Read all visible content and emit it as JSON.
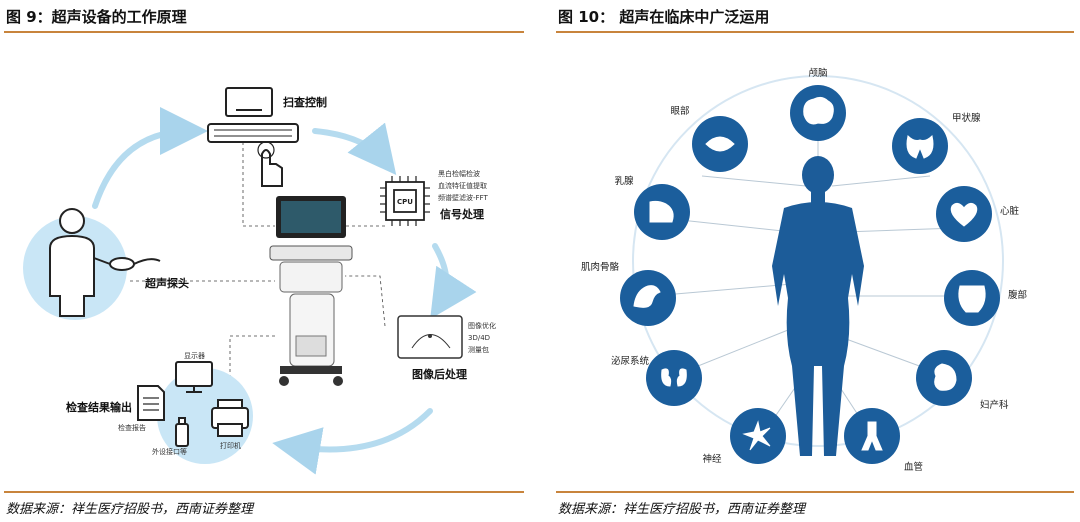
{
  "left_panel": {
    "figure_title": "图 9：超声设备的工作原理",
    "source": "数据来源：祥生医疗招股书，西南证券整理",
    "nodes": {
      "scan_control": "扫查控制",
      "signal_processing": "信号处理",
      "signal_details": [
        "黑白检幅检波",
        "血流特征值提取",
        "频谱壁滤波-FFT"
      ],
      "cpu": "CPU",
      "probe": "超声探头",
      "post_processing": "图像后处理",
      "post_details": [
        "图像优化",
        "3D/4D",
        "测量包"
      ],
      "output": "检查结果输出",
      "display": "显示器",
      "report": "检查报告",
      "usb": "外设接口等",
      "printer": "打印机"
    },
    "colors": {
      "arrow": "#a9d4ec",
      "circle": "#c9e6f6",
      "accent_rule": "#c8843c"
    }
  },
  "right_panel": {
    "figure_title": "图 10：  超声在临床中广泛运用",
    "source": "数据来源：祥生医疗招股书，西南证券整理",
    "center_icon": "human-body-icon",
    "organs": [
      {
        "label": "颅脑",
        "icon": "brain-icon"
      },
      {
        "label": "甲状腺",
        "icon": "thyroid-icon"
      },
      {
        "label": "心脏",
        "icon": "heart-icon"
      },
      {
        "label": "腹部",
        "icon": "abdomen-icon"
      },
      {
        "label": "妇产科",
        "icon": "fetus-icon"
      },
      {
        "label": "血管",
        "icon": "blood-vessel-icon"
      },
      {
        "label": "神经",
        "icon": "neuron-icon"
      },
      {
        "label": "泌尿系统",
        "icon": "kidney-icon"
      },
      {
        "label": "肌肉骨骼",
        "icon": "muscle-icon"
      },
      {
        "label": "乳腺",
        "icon": "breast-icon"
      },
      {
        "label": "眼部",
        "icon": "eye-icon"
      }
    ],
    "colors": {
      "organ_fill": "#1b5e9c",
      "body_fill": "#1c5c99",
      "ring": "#cfe2f1"
    }
  }
}
